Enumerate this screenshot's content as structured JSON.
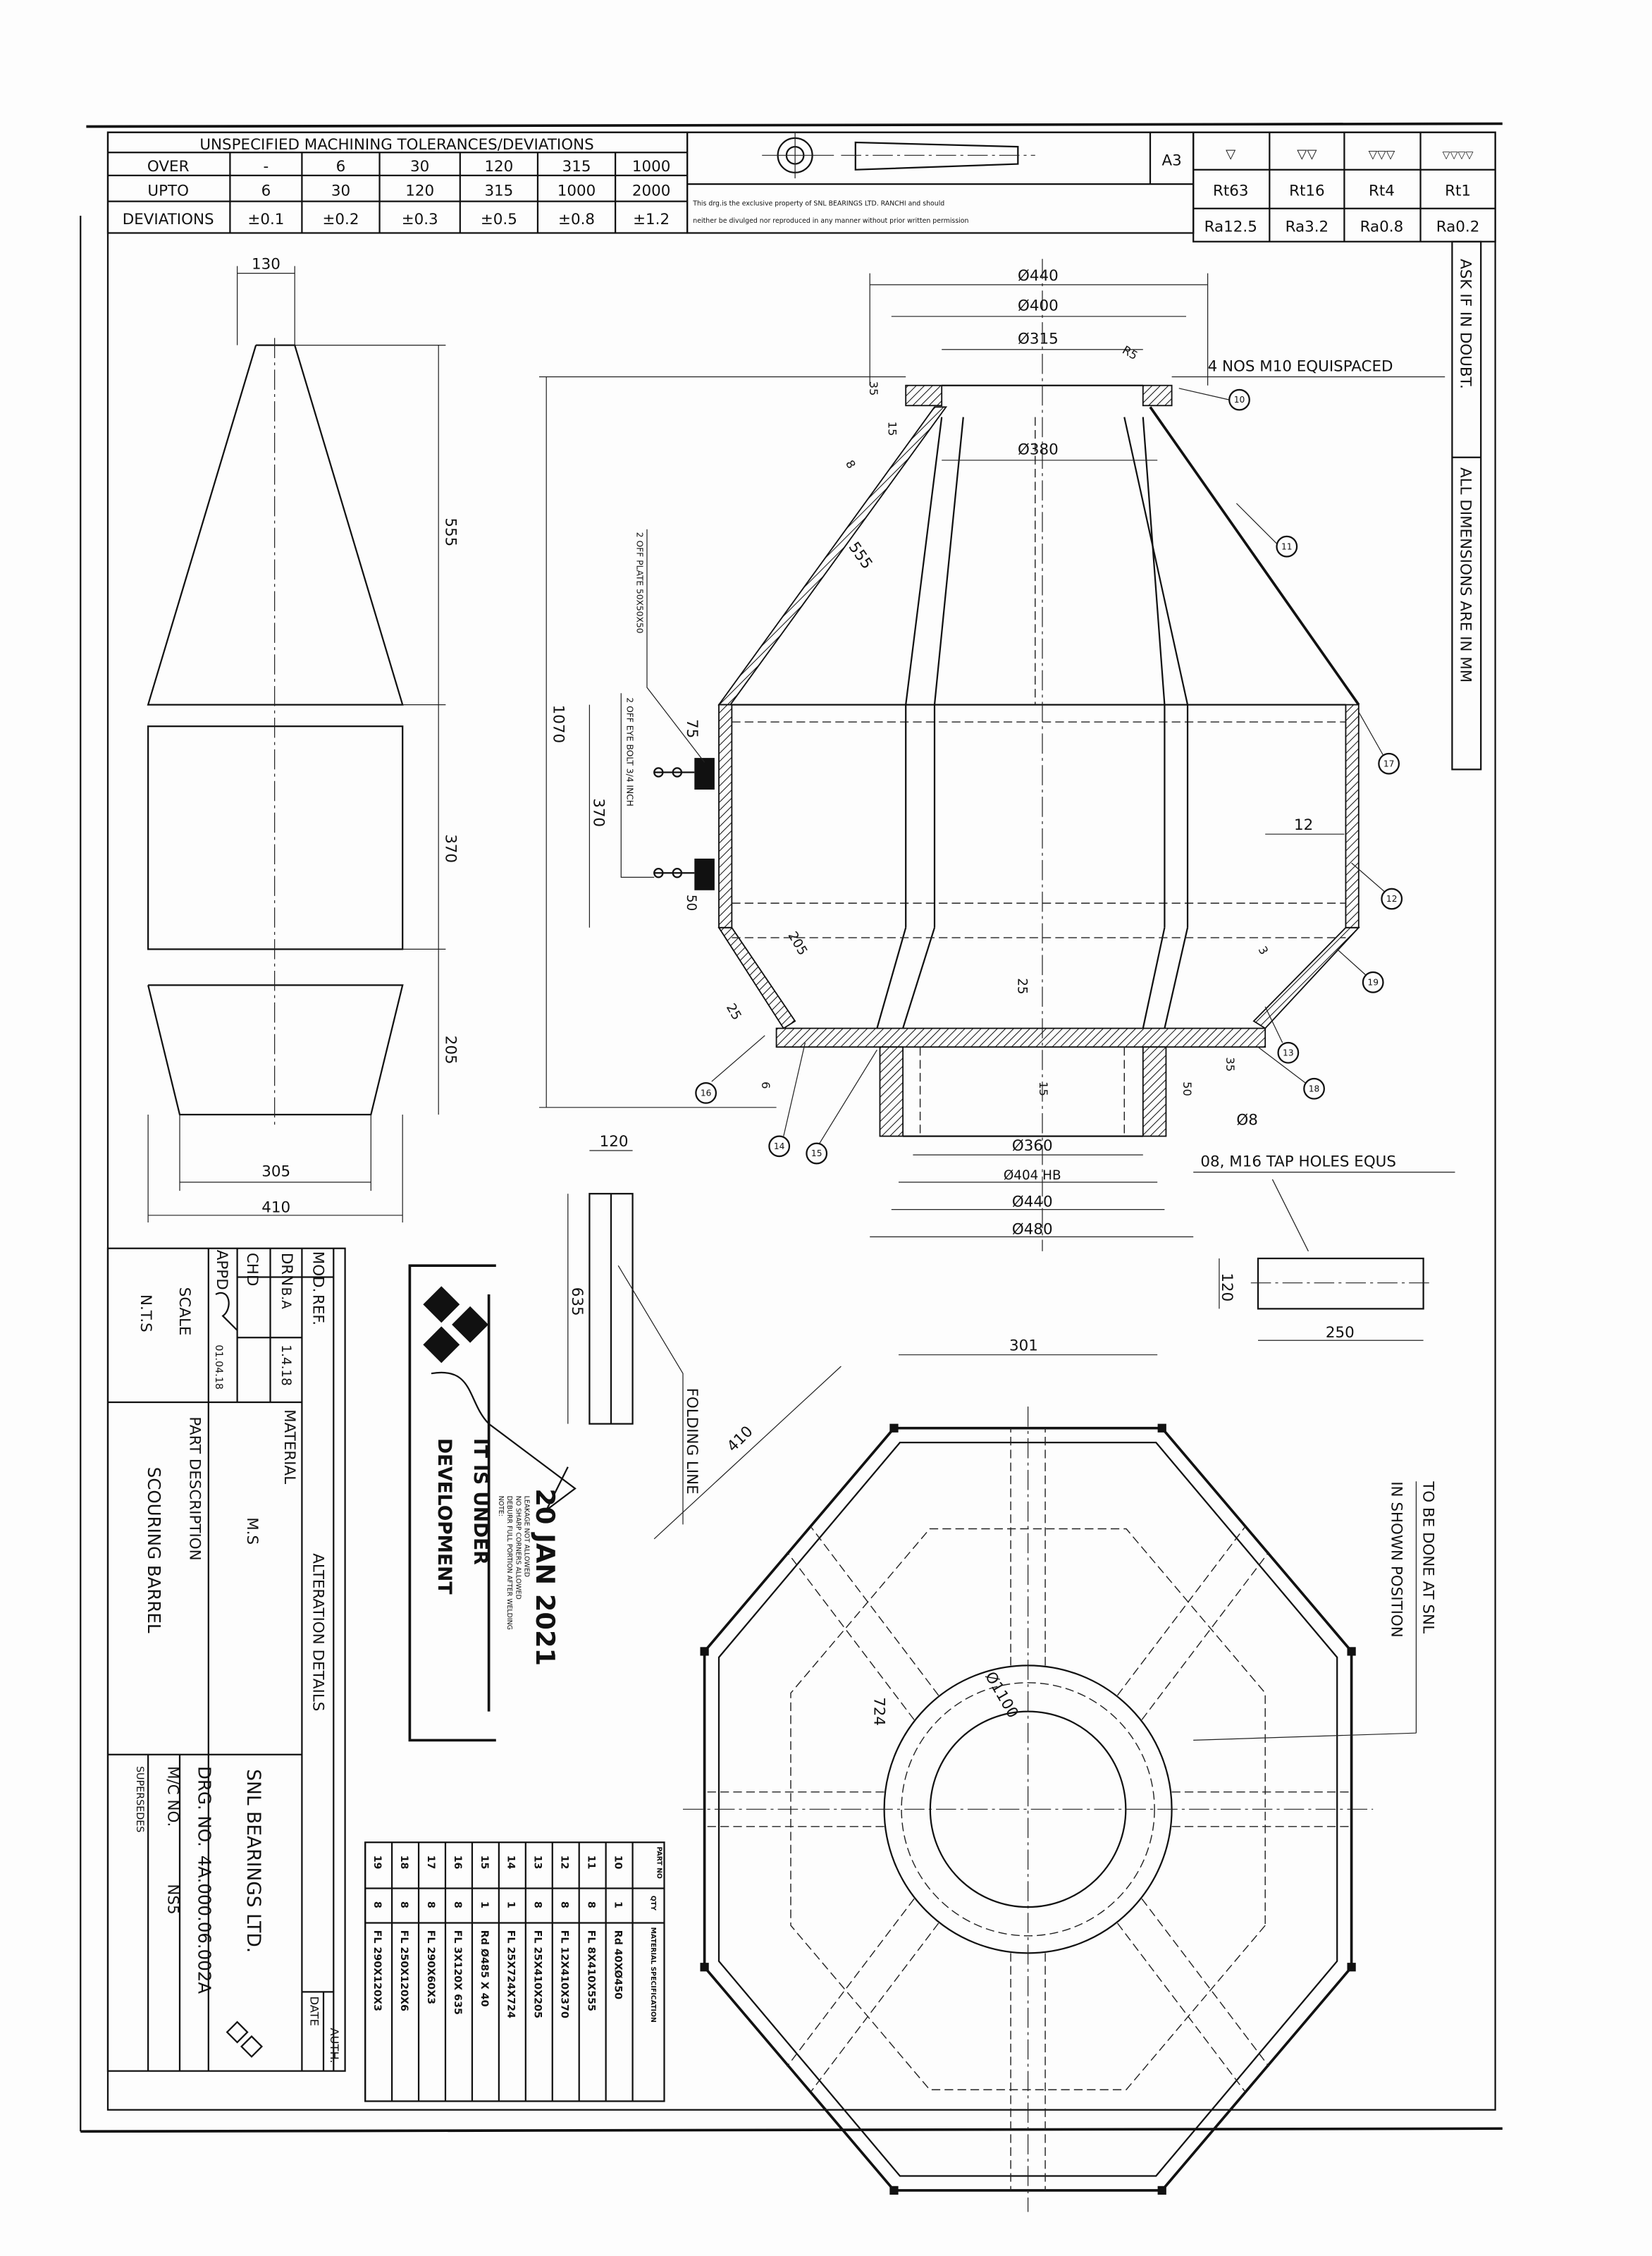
{
  "tolerances": {
    "title": "UNSPECIFIED MACHINING TOLERANCES/DEVIATIONS",
    "over_label": "OVER",
    "upto_label": "UPTO",
    "dev_label": "DEVIATIONS",
    "over": [
      "-",
      "6",
      "30",
      "120",
      "315",
      "1000"
    ],
    "upto": [
      "6",
      "30",
      "120",
      "315",
      "1000",
      "2000"
    ],
    "dev": [
      "±0.1",
      "±0.2",
      "±0.3",
      "±0.5",
      "±0.8",
      "±1.2"
    ]
  },
  "notice": {
    "line1": "This drg.is the exclusive property of  SNL  BEARINGS LTD. RANCHI and should",
    "line2": "neither be divulged nor reproduced in any manner without prior written permission",
    "sheet_size": "A3"
  },
  "roughness": {
    "symbols": [
      "▽",
      "▽▽",
      "▽▽▽",
      "▽▽▽▽"
    ],
    "rt": [
      "Rt63",
      "Rt16",
      "Rt4",
      "Rt1"
    ],
    "ra": [
      "Ra12.5",
      "Ra3.2",
      "Ra0.8",
      "Ra0.2"
    ]
  },
  "side_notes": {
    "ask": "ASK IF IN DOUBT.",
    "dims": "ALL DIMENSIONS ARE IN MM"
  },
  "elevation": {
    "top": "130",
    "cone": "555",
    "cyl": "370",
    "bottom": "205",
    "base": "305",
    "width": "410"
  },
  "section": {
    "d440": "Ø440",
    "d400": "Ø400",
    "d315": "Ø315",
    "radius": "R5",
    "holes_top": "4 NOS M10 EQUISPACED",
    "d380": "Ø380",
    "t35": "35",
    "t15": "15",
    "t8": "8",
    "slant": "555",
    "overall": "1070",
    "cyl": "370",
    "d75": "75",
    "d50": "50",
    "d205": "205",
    "d25a": "25",
    "d25b": "25",
    "wall12": "12",
    "wall3": "3",
    "d6": "6",
    "b15": "15",
    "b35": "35",
    "b50": "50",
    "phi8": "Ø8",
    "d360": "Ø360",
    "d404": "Ø404 HB",
    "d440b": "Ø440",
    "d480": "Ø480",
    "holes_bottom": "08, M16 TAP HOLES EQUS",
    "plate_note": "2 OFF PLATE 50X50X50",
    "bolt_note": "2 OFF EYE BOLT 3/4 INCH"
  },
  "balloons": [
    "10",
    "11",
    "17",
    "12",
    "19",
    "13",
    "18",
    "16",
    "14",
    "15"
  ],
  "strip": {
    "width": "120",
    "length": "635",
    "fold": "FOLDING LINE"
  },
  "plate": {
    "height": "120",
    "width": "250"
  },
  "plan": {
    "d301": "301",
    "d410": "410",
    "d724": "724",
    "dia": "Ø1100",
    "note1": "TO BE DONE AT SNL",
    "note2": "IN SHOWN POSITION"
  },
  "stamp": {
    "date": "20 JAN 2021",
    "line1": "IT IS UNDER",
    "line2": "DEVELOPMENT",
    "logo": "SNL",
    "note_title": "NOTE:",
    "note1": "DEBURR FULL PORTION AFTER WELDING",
    "note2": "NO SHARP CORNERS ALLOWED",
    "note3": "LEAKAGE NOT ALLOWED"
  },
  "title_block": {
    "mod": "MOD.",
    "ref": "REF.",
    "drn": "DRN",
    "drn_by": "B.A",
    "drn_date": "1.4.18",
    "chd": "CHD",
    "appd": "APPD",
    "appd_date": "01.04.18",
    "scale_label": "SCALE",
    "scale": "N.T.S",
    "material_label": "MATERIAL",
    "material": "M.S",
    "alteration": "ALTERATION  DETAILS",
    "part_desc_label": "PART DESCRIPTION",
    "part_desc": "SCOURING BARREL",
    "company": "SNL BEARINGS LTD.",
    "date": "DATE",
    "auth": "AUTH.",
    "drg_label": "DRG. NO.",
    "drg_no": "4A.000.06.002A",
    "mc_label": "M/C NO.",
    "mc_no": "NS5",
    "supersedes": "SUPERSEDES"
  },
  "parts_table": {
    "headers": [
      "PART NO",
      "QTY",
      "MATERIAL SPECIFICATION"
    ],
    "rows": [
      [
        "10",
        "1",
        "Rd 40XØ450"
      ],
      [
        "11",
        "8",
        "FL 8X410X555"
      ],
      [
        "12",
        "8",
        "FL 12X410X370"
      ],
      [
        "13",
        "8",
        "FL 25X410X205"
      ],
      [
        "14",
        "1",
        "FL 25X724X724"
      ],
      [
        "15",
        "1",
        "Rd  Ø485 X 40"
      ],
      [
        "16",
        "8",
        "FL 3X120X 635"
      ],
      [
        "17",
        "8",
        "FL 290X60X3"
      ],
      [
        "18",
        "8",
        "FL 250X120X6"
      ],
      [
        "19",
        "8",
        "FL 290X120X3"
      ]
    ]
  }
}
